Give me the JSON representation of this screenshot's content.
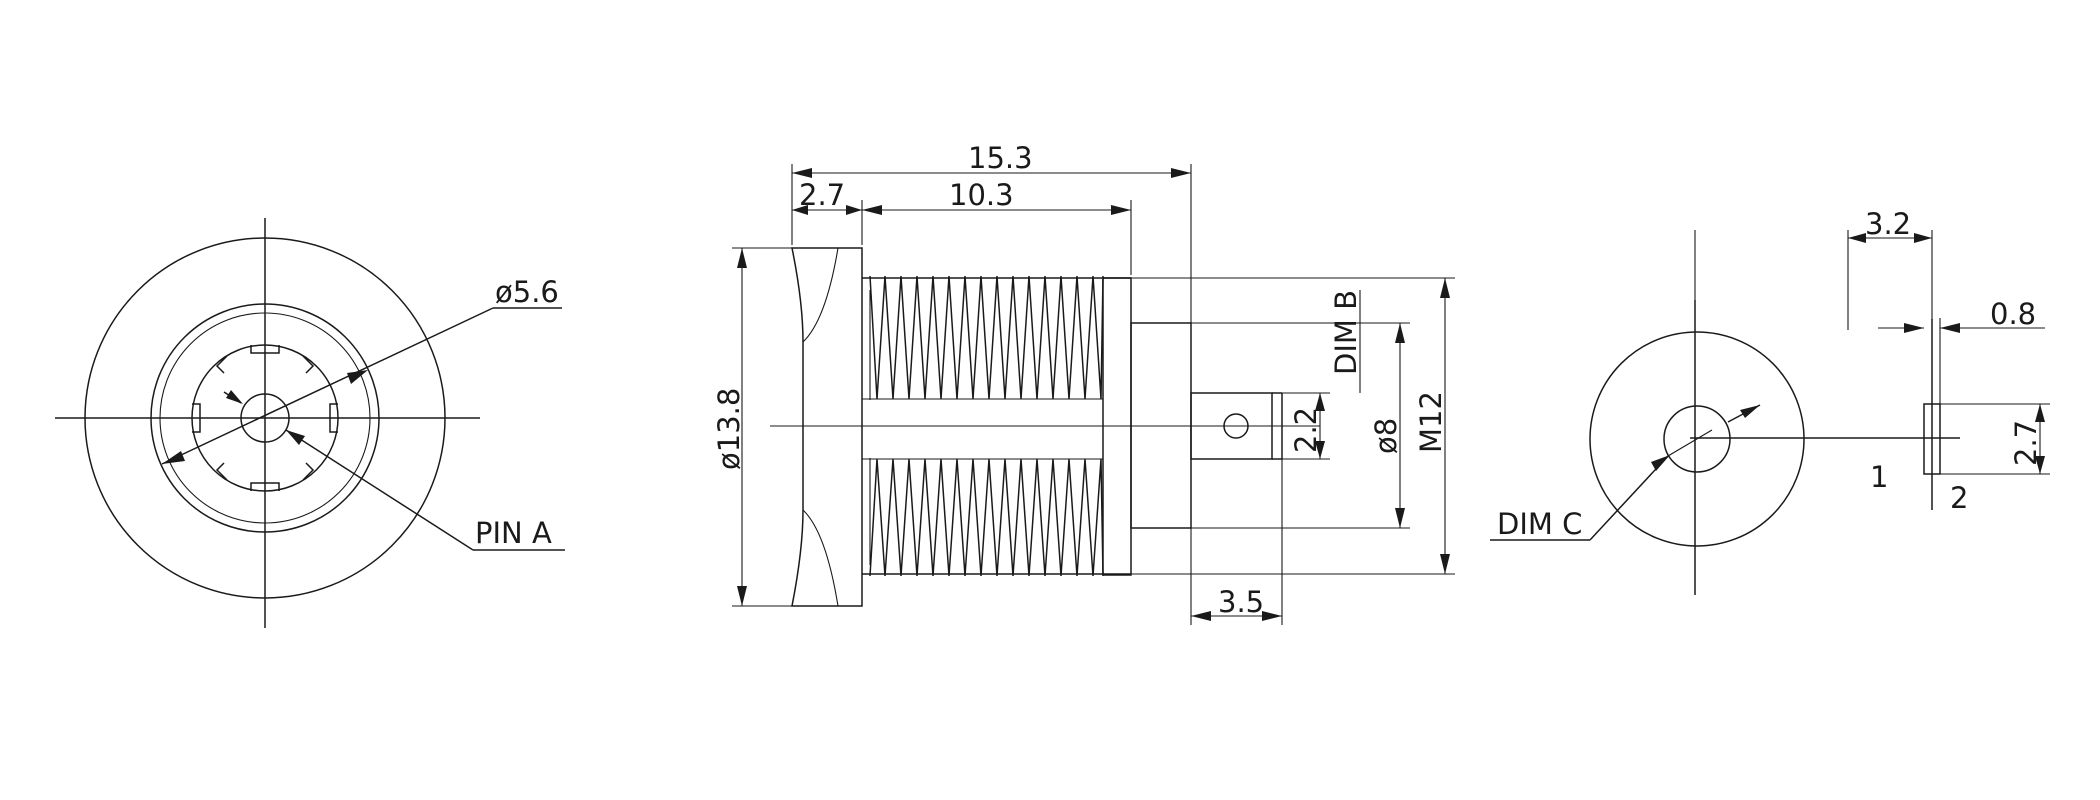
{
  "front_view": {
    "dia_label": "ø5.6",
    "pin_label": "PIN A"
  },
  "side_view": {
    "overall_length": "15.3",
    "flange_length": "2.7",
    "thread_length": "10.3",
    "flange_dia": "ø13.8",
    "dim_b": "DIM B",
    "pin_width": "2.2",
    "body_dia": "ø8",
    "thread_size": "M12",
    "pin_length": "3.5"
  },
  "pin_view": {
    "pin_length": "3.2",
    "pin_thickness": "0.8",
    "pin_height": "2.7",
    "dim_c": "DIM C",
    "pin1": "1",
    "pin2": "2"
  }
}
